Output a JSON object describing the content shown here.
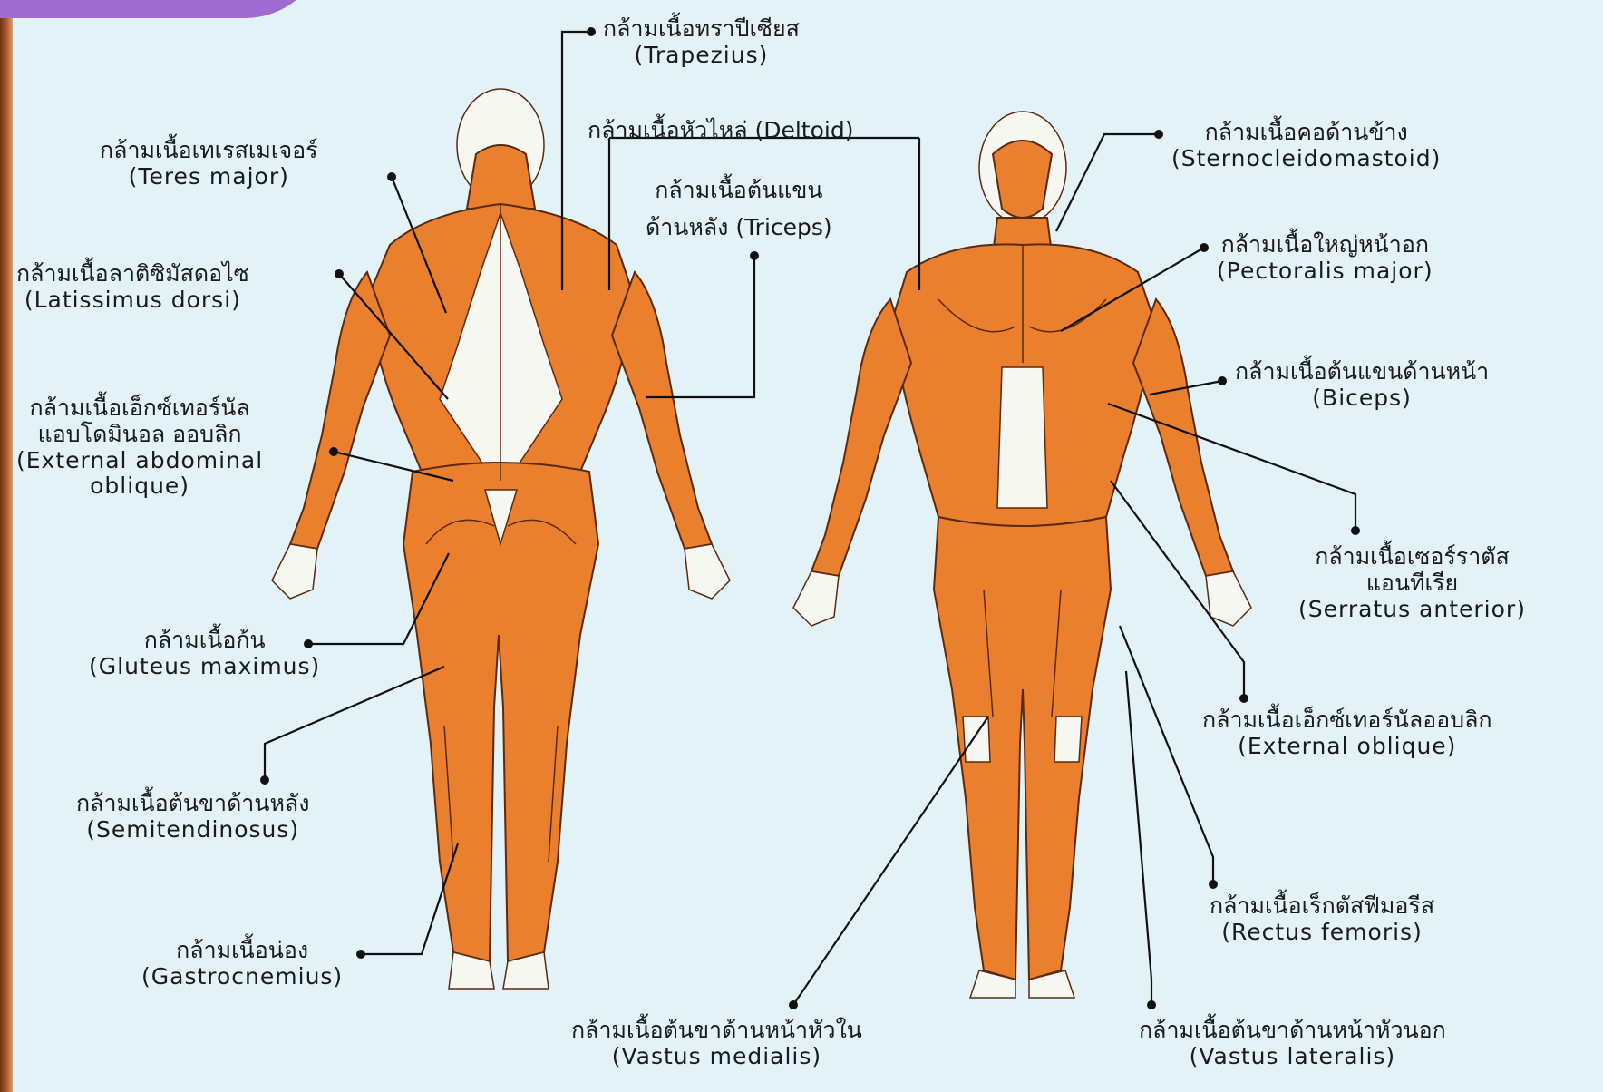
{
  "labels": {
    "trapezius": {
      "th": "กล้ามเนื้อทราปีเซียส",
      "en": "(Trapezius)"
    },
    "deltoid": {
      "th": "กล้ามเนื้อหัวไหล่ (Deltoid)"
    },
    "teres_major": {
      "th": "กล้ามเนื้อเทเรสเมเจอร์",
      "en": "(Teres major)"
    },
    "triceps": {
      "th": "กล้ามเนื้อต้นแขน",
      "th2": "ด้านหลัง (Triceps)"
    },
    "latissimus_dorsi": {
      "th": "กล้ามเนื้อลาติซิมัสดอไซ",
      "en": "(Latissimus dorsi)"
    },
    "external_abdominal_oblique": {
      "th": "กล้ามเนื้อเอ็กซ์เทอร์นัล",
      "th2": "แอบโดมินอล ออบลิก",
      "en": "(External abdominal",
      "en2": "oblique)"
    },
    "gluteus_maximus": {
      "th": "กล้ามเนื้อก้น",
      "en": "(Gluteus maximus)"
    },
    "semitendinosus": {
      "th": "กล้ามเนื้อต้นขาด้านหลัง",
      "en": "(Semitendinosus)"
    },
    "gastrocnemius": {
      "th": "กล้ามเนื้อน่อง",
      "en": "(Gastrocnemius)"
    },
    "vastus_medialis": {
      "th": "กล้ามเนื้อต้นขาด้านหน้าหัวใน",
      "en": "(Vastus medialis)"
    },
    "sternocleidomastoid": {
      "th": "กล้ามเนื้อคอด้านข้าง",
      "en": "(Sternocleidomastoid)"
    },
    "pectoralis_major": {
      "th": "กล้ามเนื้อใหญ่หน้าอก",
      "en": "(Pectoralis major)"
    },
    "biceps": {
      "th": "กล้ามเนื้อต้นแขนด้านหน้า",
      "en": "(Biceps)"
    },
    "serratus_anterior": {
      "th": "กล้ามเนื้อเซอร์ราตัส",
      "th2": "แอนทีเรีย",
      "en": "(Serratus anterior)"
    },
    "external_oblique": {
      "th": "กล้ามเนื้อเอ็กซ์เทอร์นัลออบลิก",
      "en": "(External oblique)"
    },
    "rectus_femoris": {
      "th": "กล้ามเนื้อเร็กตัสฟีมอรีส",
      "en": "(Rectus femoris)"
    },
    "vastus_lateralis": {
      "th": "กล้ามเนื้อต้นขาด้านหน้าหัวนอก",
      "en": "(Vastus lateralis)"
    }
  },
  "colors": {
    "muscle": "#ea7f2e",
    "tendon": "#f7f7f2",
    "background": "#e3f2f6",
    "leader_line": "#111111"
  }
}
